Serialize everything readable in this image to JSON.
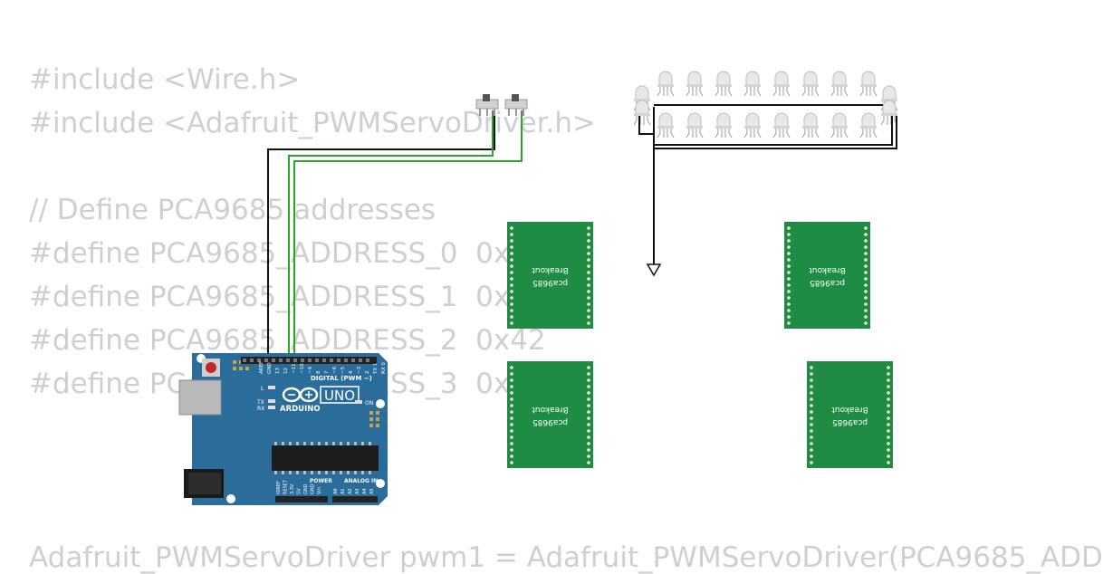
{
  "code_lines": [
    "#include <Wire.h>",
    "#include <Adafruit_PWMServoDriver.h>",
    "// Define PCA9685 addresses",
    "#define PCA9685_ADDRESS_0  0x40",
    "#define PCA9685_ADDRESS_1  0x41",
    "#define PCA9685_ADDRESS_2  0x42",
    "#define PCA9685_ADDRESS_3  0x43",
    "Adafruit_PWMServoDriver pwm1 = Adafruit_PWMServoDriver(PCA9685_ADD"
  ],
  "arduino": {
    "brand": "ARDUINO",
    "model": "UNO",
    "digital_label": "DIGITAL (PWM ~)",
    "power_label": "POWER",
    "analog_label": "ANALOG IN",
    "on_label": "ON",
    "tx_label": "TX",
    "rx_label": "RX",
    "l_label": "L",
    "aref_label": "AREF",
    "gnd_label": "GND",
    "pin_labels": [
      "13",
      "12",
      "~11",
      "~10",
      "~9",
      "8",
      "7",
      "~6",
      "~5",
      "4",
      "~3",
      "2",
      "TX 1",
      "RX 0"
    ],
    "power_pins": [
      "IOREF",
      "RESET",
      "3.3V",
      "5V",
      "GND",
      "GND",
      "Vin"
    ],
    "analog_pins": [
      "A0",
      "A1",
      "A2",
      "A3",
      "A4",
      "A5"
    ]
  },
  "breakouts": [
    {
      "line1": "pca9685",
      "line2": "Breakout"
    },
    {
      "line1": "pca9685",
      "line2": "Breakout"
    },
    {
      "line1": "pca9685",
      "line2": "Breakout"
    },
    {
      "line1": "pca9685",
      "line2": "Breakout"
    }
  ],
  "colors": {
    "code_text": "#cfcfcf",
    "board_blue": "#2a6c9a",
    "breakout_green": "#1e8c44",
    "wire_green": "#2aa52a",
    "wire_black": "#111111",
    "led_grey": "#d9d9d9"
  },
  "icons": [
    "ground-icon",
    "switch-icon",
    "led-icon",
    "reset-button-icon",
    "usb-port-icon",
    "power-jack-icon",
    "chip-icon"
  ]
}
